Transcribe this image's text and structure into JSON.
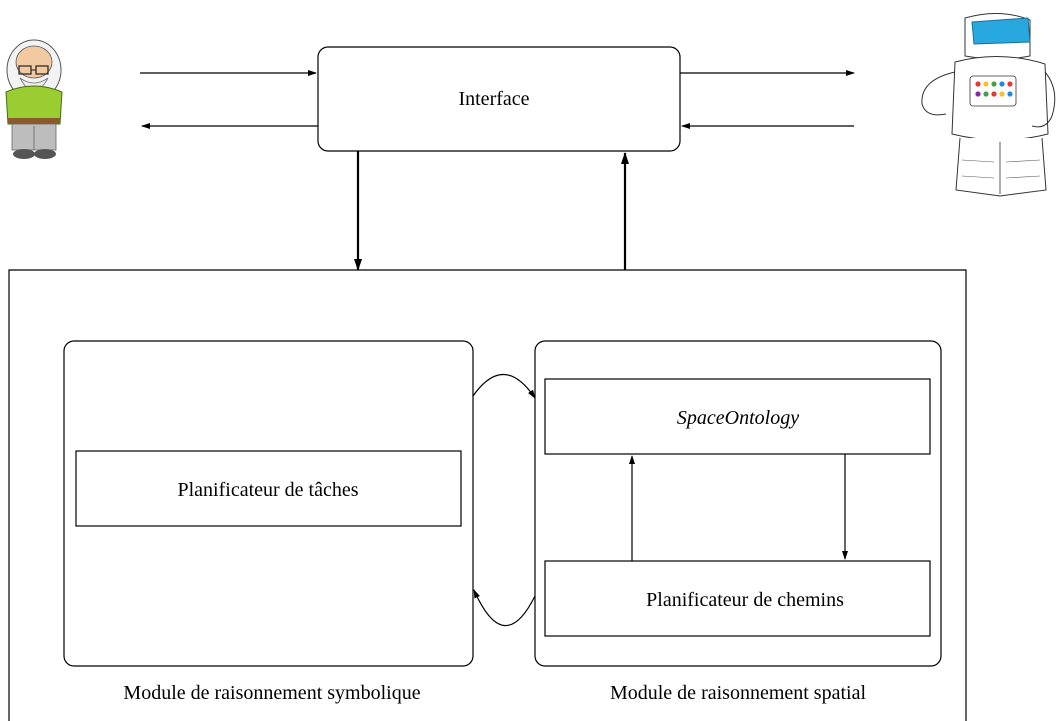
{
  "interface": {
    "label": "Interface"
  },
  "task_planner": {
    "label": "Planificateur de tâches"
  },
  "space_ontology": {
    "label": "SpaceOntology"
  },
  "path_planner": {
    "label": "Planificateur de chemins"
  },
  "symbolic_module": {
    "caption": "Module de raisonnement symbolique"
  },
  "spatial_module": {
    "caption": "Module de raisonnement spatial"
  },
  "actors": {
    "left": "human-icon",
    "right": "robot-icon"
  },
  "colors": {
    "human_shirt": "#9acd32",
    "robot_visor": "#29a8e0"
  }
}
